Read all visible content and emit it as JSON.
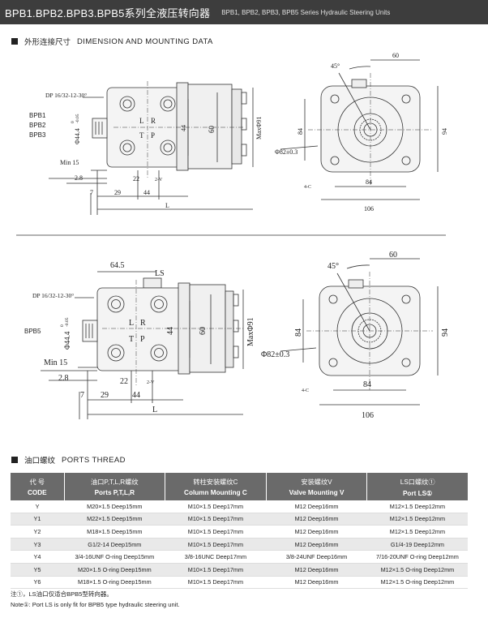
{
  "header": {
    "title_cn": "BPB1.BPB2.BPB3.BPB5系列全液压转向器",
    "title_en": "BPB1, BPB2, BPB3, BPB5 Series Hydraulic Steering Units"
  },
  "dimension_section": {
    "title_cn": "外形连接尺寸",
    "title_en": "DIMENSION AND MOUNTING DATA"
  },
  "drawing1": {
    "models": [
      "BPB1",
      "BPB2",
      "BPB3"
    ],
    "dp": "DP 16/32-12-30°",
    "shaft_dia": "Φ44.4",
    "shaft_tol_top": "0",
    "shaft_tol_bot": "-0.05",
    "min_len": "Min 15",
    "dim_2_8": "2.8",
    "dim_7": "7",
    "dim_29": "29",
    "dim_22": "22",
    "dim_44": "44",
    "thread_2v": "2-V",
    "dim_L": "L",
    "body_44": "44",
    "body_60": "60",
    "max_dia": "MaxΦ91",
    "port_L": "L",
    "port_R": "R",
    "port_T": "T",
    "port_P": "P",
    "angle": "45°",
    "front_60": "60",
    "front_84v": "84",
    "front_94": "94",
    "pilot": "Φ82±0.3",
    "holes": "4-C",
    "front_84h": "84",
    "front_106": "106"
  },
  "drawing2": {
    "models": [
      "BPB5"
    ],
    "dim_64_5": "64.5",
    "ls": "LS",
    "dp": "DP 16/32-12-30°",
    "shaft_dia": "Φ44.4",
    "shaft_tol_top": "0",
    "shaft_tol_bot": "-0.05",
    "min_len": "Min 15",
    "dim_2_8": "2.8",
    "dim_7": "7",
    "dim_29": "29",
    "dim_22": "22",
    "dim_44": "44",
    "thread_2v": "2-V",
    "dim_L": "L",
    "body_44": "44",
    "body_60": "60",
    "max_dia": "MaxΦ91",
    "port_L": "L",
    "port_R": "R",
    "port_T": "T",
    "port_P": "P",
    "angle": "45°",
    "front_60": "60",
    "front_84v": "84",
    "front_94": "94",
    "pilot": "Φ82±0.3",
    "holes": "4-C",
    "front_84h": "84",
    "front_106": "106"
  },
  "thread_section": {
    "title_cn": "油口螺纹",
    "title_en": "PORTS THREAD"
  },
  "table": {
    "headers": [
      {
        "cn": "代 号",
        "en": "CODE"
      },
      {
        "cn": "油口P,T,L,R螺纹",
        "en": "Ports P,T,L,R"
      },
      {
        "cn": "转柱安装螺纹C",
        "en": "Column Mounting C"
      },
      {
        "cn": "安装螺纹V",
        "en": "Valve Mounting V"
      },
      {
        "cn": "LS口螺纹①",
        "en": "Port LS①"
      }
    ],
    "rows": [
      [
        "Y",
        "M20×1.5 Deep15mm",
        "M10×1.5 Deep17mm",
        "M12 Deep16mm",
        "M12×1.5 Deep12mm"
      ],
      [
        "Y1",
        "M22×1.5 Deep15mm",
        "M10×1.5 Deep17mm",
        "M12 Deep16mm",
        "M12×1.5 Deep12mm"
      ],
      [
        "Y2",
        "M18×1.5 Deep15mm",
        "M10×1.5 Deep17mm",
        "M12 Deep16mm",
        "M12×1.5 Deep12mm"
      ],
      [
        "Y3",
        "G1/2-14 Deep15mm",
        "M10×1.5 Deep17mm",
        "M12 Deep16mm",
        "G1/4-19 Deep12mm"
      ],
      [
        "Y4",
        "3/4-16UNF O-ring Deep15mm",
        "3/8-16UNC Deep17mm",
        "3/8-24UNF Deep16mm",
        "7/16-20UNF O-ring Deep12mm"
      ],
      [
        "Y5",
        "M20×1.5 O-ring Deep15mm",
        "M10×1.5 Deep17mm",
        "M12 Deep16mm",
        "M12×1.5 O-ring Deep12mm"
      ],
      [
        "Y6",
        "M18×1.5 O-ring Deep15mm",
        "M10×1.5 Deep17mm",
        "M12 Deep16mm",
        "M12×1.5 O-ring Deep12mm"
      ]
    ]
  },
  "notes": {
    "cn": "注①，LS油口仅适合BPB5型转向器。",
    "en": "Note①: Port LS is only fit for BPB5 type hydraulic steering unit."
  }
}
